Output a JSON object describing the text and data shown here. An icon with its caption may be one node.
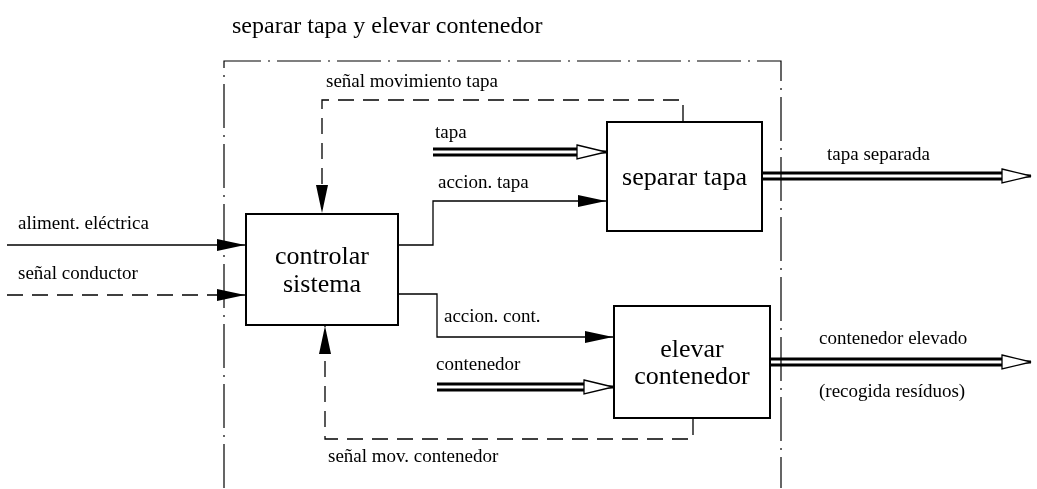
{
  "diagram": {
    "nodes": [
      {
        "text": [
          "separar tapa y elevar contenedor"
        ]
      },
      {
        "text": [
          "controlar sistema"
        ],
        "in": 0
      },
      {
        "text": [
          "separar tapa"
        ],
        "in": 0
      },
      {
        "text": [
          "elevar contenedor"
        ],
        "in": 0
      }
    ],
    "edges": [
      {
        "from": null,
        "to": 1,
        "arrow": "to",
        "label": "aliment. eléctrica"
      },
      {
        "from": null,
        "to": 1,
        "arrow": "to",
        "label": "señal conductor",
        "style": "dashed"
      },
      {
        "from": 2,
        "to": 1,
        "arrow": "to",
        "label": "señal movimiento tapa",
        "style": "dashed"
      },
      {
        "from": 3,
        "to": 1,
        "arrow": "to",
        "label": "señal mov. contenedor",
        "style": "dashed"
      },
      {
        "from": 1,
        "to": 2,
        "arrow": "to",
        "label": "accion. tapa"
      },
      {
        "from": 1,
        "to": 3,
        "arrow": "to",
        "label": "accion. cont."
      },
      {
        "from": null,
        "to": 2,
        "arrow": "to",
        "label": "tapa",
        "style": "thick"
      },
      {
        "from": null,
        "to": 3,
        "arrow": "to",
        "label": "contenedor",
        "style": "thick"
      },
      {
        "from": 2,
        "to": null,
        "arrow": "to",
        "label": "tapa separada",
        "style": "thick"
      },
      {
        "from": 3,
        "to": null,
        "arrow": "to",
        "label": "contenedor elevado",
        "style": "thick"
      }
    ],
    "labels": [
      "(recogida resíduos)"
    ]
  }
}
